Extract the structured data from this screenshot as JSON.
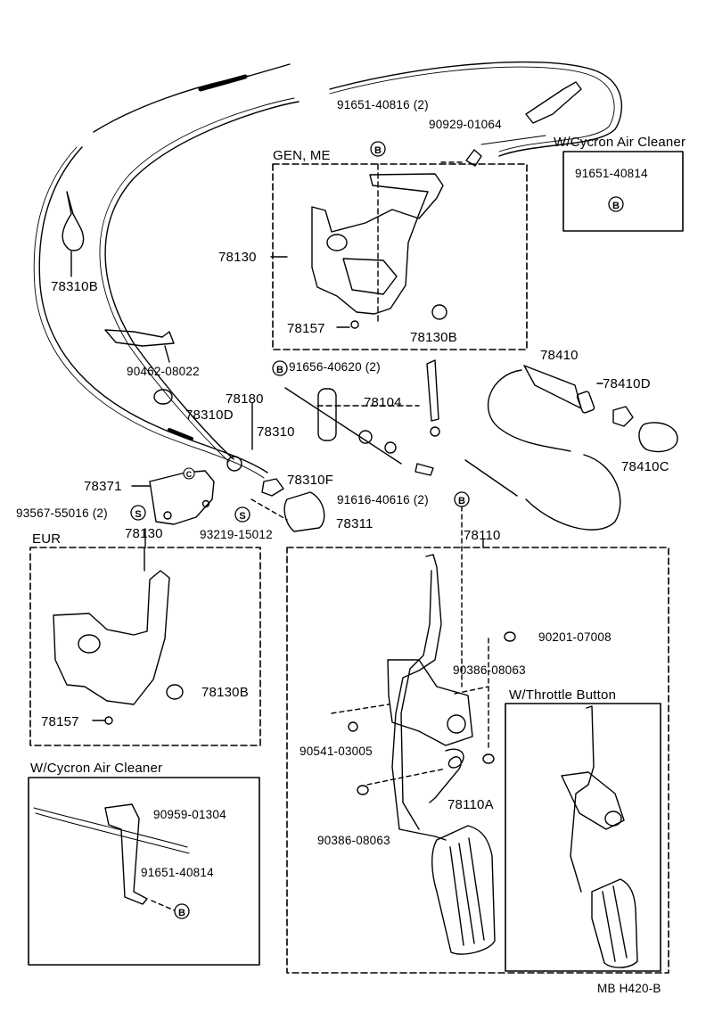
{
  "boxes": {
    "gen_me": {
      "title": "GEN, ME"
    },
    "cycron_top": {
      "title": "W/Cycron Air Cleaner"
    },
    "eur": {
      "title": "EUR"
    },
    "cycron_bottom": {
      "title": "W/Cycron Air Cleaner"
    },
    "throttle_button": {
      "title": "W/Throttle Button"
    }
  },
  "callouts": {
    "p91651_40816": "91651-40816 (2)",
    "p90929_01064": "90929-01064",
    "p91651_40814_top": "91651-40814",
    "p78130_top": "78130",
    "p78157_top": "78157",
    "p78130B_top": "78130B",
    "p78310B": "78310B",
    "p90462_08022": "90462-08022",
    "p91656_40620": "91656-40620 (2)",
    "p78410": "78410",
    "p78410D": "78410D",
    "p78410C": "78410C",
    "p78180": "78180",
    "p78104": "78104",
    "p78310D": "78310D",
    "p78310": "78310",
    "p78371": "78371",
    "p78310F": "78310F",
    "p93567_55016": "93567-55016 (2)",
    "p91616_40616": "91616-40616 (2)",
    "p78130_eur": "78130",
    "p78311": "78311",
    "p93219_15012": "93219-15012",
    "p78110": "78110",
    "p90201_07008": "90201-07008",
    "p90386_08063_a": "90386-08063",
    "p78130B_eur": "78130B",
    "p78157_eur": "78157",
    "p90541_03005": "90541-03005",
    "p78110A": "78110A",
    "p90386_08063_b": "90386-08063",
    "p90959_01304": "90959-01304",
    "p91651_40814_bottom": "91651-40814"
  },
  "markers": {
    "B": "B",
    "S": "S",
    "C": "C"
  },
  "footer": {
    "code": "MB H420-B"
  }
}
